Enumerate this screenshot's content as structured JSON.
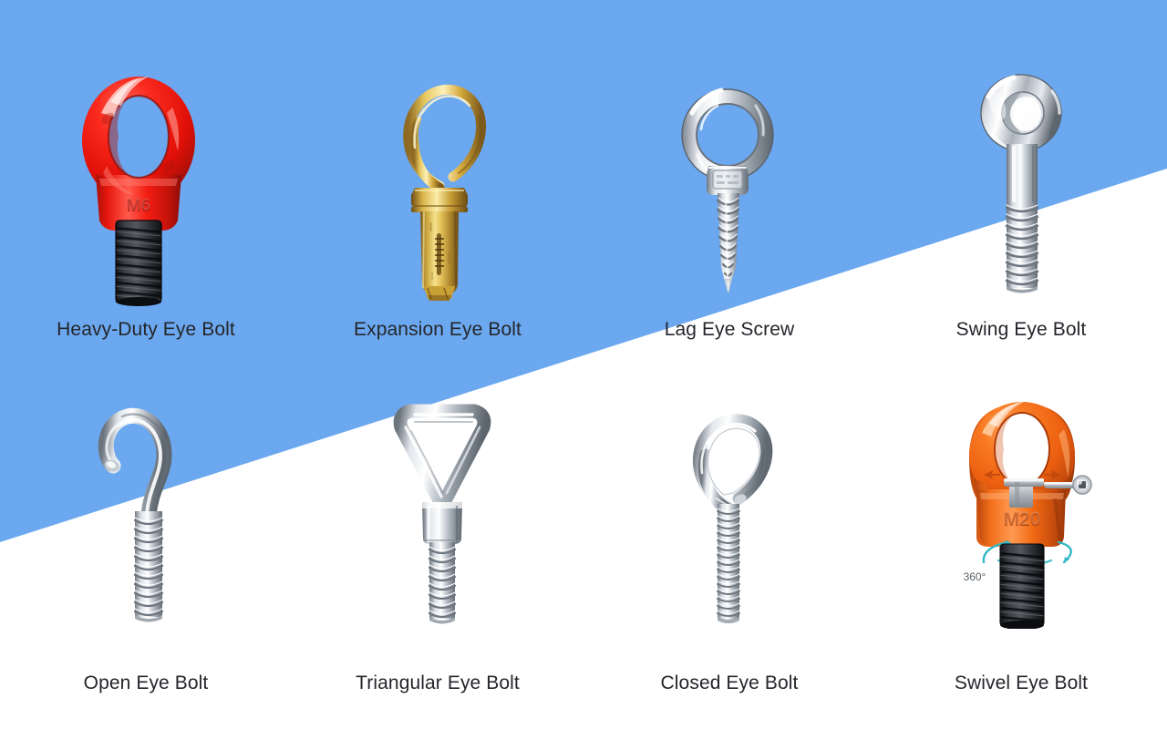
{
  "background": {
    "top_color": "#6BA8EF",
    "bottom_color": "#FFFFFF",
    "split": "diagonal band from left edge y=595 to right edge y=185"
  },
  "palette": {
    "blue": "#6BA8EF",
    "white": "#FFFFFF",
    "caption_text": "#24262b",
    "red_bolt": "#F52019",
    "red_bolt_dark": "#A6120C",
    "orange_bolt": "#F2691B",
    "orange_bolt_dark": "#B2410B",
    "brass": "#D6B23C",
    "brass_dark": "#93702A",
    "steel": "#D9DCE1",
    "steel_dark": "#7E858E",
    "black_thread": "#2B2B2B",
    "swivel_accent": "#2FB7C6"
  },
  "items": [
    {
      "id": "heavy-duty-eye-bolt",
      "label": "Heavy-Duty Eye Bolt",
      "marking": "M6",
      "finish": "red painted forged steel with black threaded shank"
    },
    {
      "id": "expansion-eye-bolt",
      "label": "Expansion Eye Bolt",
      "marking": "",
      "finish": "yellow zinc brass plated expansion anchor"
    },
    {
      "id": "lag-eye-screw",
      "label": "Lag Eye Screw",
      "marking": "",
      "finish": "polished stainless ring with wood screw point"
    },
    {
      "id": "swing-eye-bolt",
      "label": "Swing Eye Bolt",
      "marking": "",
      "finish": "polished stainless machined eye with machine thread"
    },
    {
      "id": "open-eye-bolt",
      "label": "Open Eye Bolt",
      "marking": "",
      "finish": "zinc plated open hook with machine thread"
    },
    {
      "id": "triangular-eye-bolt",
      "label": "Triangular Eye Bolt",
      "marking": "",
      "finish": "polished stainless triangular bail with collar"
    },
    {
      "id": "closed-eye-bolt",
      "label": "Closed Eye Bolt",
      "marking": "",
      "finish": "zinc plated closed loop with machine thread"
    },
    {
      "id": "swivel-eye-bolt",
      "label": "Swivel Eye Bolt",
      "marking": "M20",
      "rotation_label": "360°",
      "finish": "orange painted swivel hoist ring with black thread"
    }
  ]
}
